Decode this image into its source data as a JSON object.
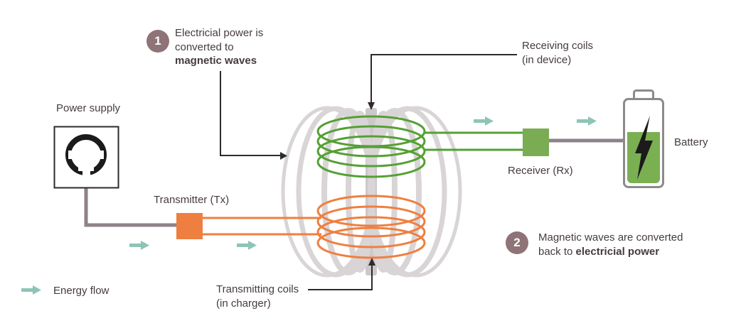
{
  "colors": {
    "orange": "#ef7f40",
    "coil_green": "#55a035",
    "device_green": "#7aad53",
    "battery_green": "#7ab052",
    "teal": "#8ec4b7",
    "cable_gray": "#8d8289",
    "field_gray": "#d9d5d6",
    "field_core": "#cdc8ca",
    "step_badge": "#8e7477",
    "text": "#453b3e",
    "line_black": "#2e2a2b"
  },
  "steps": [
    {
      "number": "1",
      "line1": "Electricial power is",
      "line2": "converted to",
      "bold": "magnetic waves"
    },
    {
      "number": "2",
      "line1": "Magnetic waves are converted",
      "line2_prefix": "back to ",
      "bold": "electricial power"
    }
  ],
  "components": {
    "power_supply": {
      "label": "Power supply"
    },
    "transmitter": {
      "label": "Transmitter (Tx)"
    },
    "transmitting_coils": {
      "label_line1": "Transmitting coils",
      "label_line2": "(in charger)"
    },
    "receiving_coils": {
      "label_line1": "Receiving coils",
      "label_line2": "(in device)"
    },
    "receiver": {
      "label": "Receiver (Rx)"
    },
    "battery": {
      "label": "Battery"
    }
  },
  "legend": {
    "label": "Energy flow"
  }
}
